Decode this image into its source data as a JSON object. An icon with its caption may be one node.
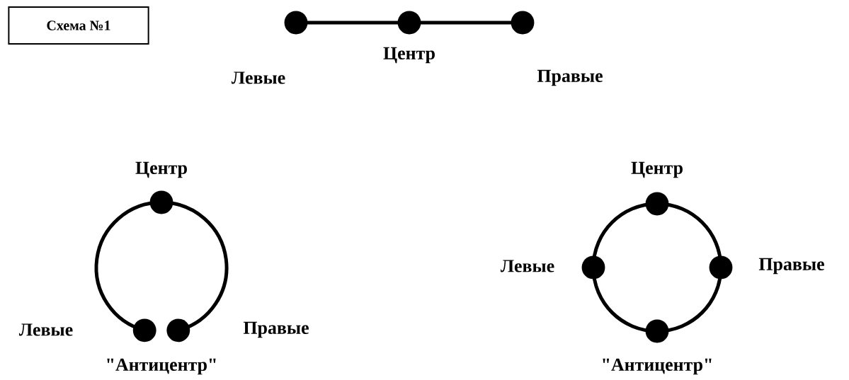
{
  "diagram": {
    "nodes": [
      {
        "text": [
          "Схема №1"
        ]
      },
      {
        "text": [],
        "shape": "circle",
        "beside": [
          "Левые"
        ]
      },
      {
        "text": [],
        "shape": "circle",
        "beside": [
          "Центр"
        ]
      },
      {
        "text": [],
        "shape": "circle",
        "beside": [
          "Правые"
        ]
      },
      {
        "text": [],
        "shape": "circle",
        "beside": [
          "Центр"
        ]
      },
      {
        "text": [],
        "shape": "circle",
        "beside": [
          "Левые"
        ]
      },
      {
        "text": [],
        "shape": "circle",
        "beside": [
          "Правые"
        ]
      },
      {
        "text": [],
        "shape": "circle",
        "beside": [
          "Центр"
        ]
      },
      {
        "text": [],
        "shape": "circle",
        "beside": [
          "Левые"
        ]
      },
      {
        "text": [],
        "shape": "circle",
        "beside": [
          "Правые"
        ]
      },
      {
        "text": [],
        "shape": "circle",
        "beside": [
          "\"Антицентр\""
        ]
      }
    ],
    "edges": [
      {
        "from": 1,
        "to": 2,
        "arrow": "none"
      },
      {
        "from": 2,
        "to": 3,
        "arrow": "none"
      },
      {
        "from": 4,
        "to": 5,
        "arrow": "none"
      },
      {
        "from": 4,
        "to": 6,
        "arrow": "none"
      },
      {
        "from": 7,
        "to": 8,
        "arrow": "none"
      },
      {
        "from": 7,
        "to": 9,
        "arrow": "none"
      },
      {
        "from": 8,
        "to": 10,
        "arrow": "none"
      },
      {
        "from": 9,
        "to": 10,
        "arrow": "none"
      }
    ],
    "labels": [
      "\"Антицентр\""
    ]
  }
}
